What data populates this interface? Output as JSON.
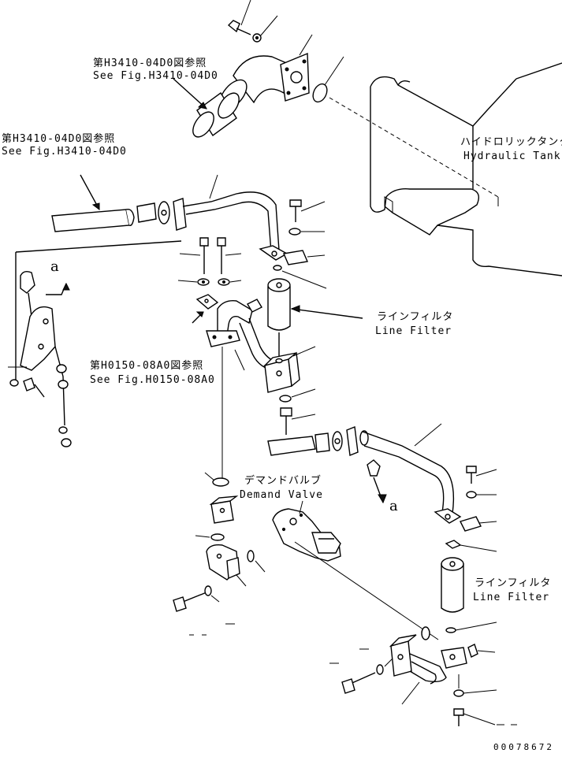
{
  "labels": {
    "fig_ref_1_jp": "第H3410-04D0図参照",
    "fig_ref_1_en": "See Fig.H3410-04D0",
    "fig_ref_2_jp": "第H3410-04D0図参照",
    "fig_ref_2_en": "See Fig.H3410-04D0",
    "fig_ref_3_jp": "第H0150-08A0図参照",
    "fig_ref_3_en": "See Fig.H0150-08A0",
    "tank_jp": "ハイドロリックタンク",
    "tank_en": "Hydraulic Tank",
    "line_filter_1_jp": "ラインフィルタ",
    "line_filter_1_en": "Line Filter",
    "line_filter_2_jp": "ラインフィルタ",
    "line_filter_2_en": "Line Filter",
    "demand_valve_jp": "デマンドバルブ",
    "demand_valve_en": "Demand Valve",
    "view_a_1": "a",
    "view_a_2": "a",
    "drawing_code": "00078672"
  }
}
